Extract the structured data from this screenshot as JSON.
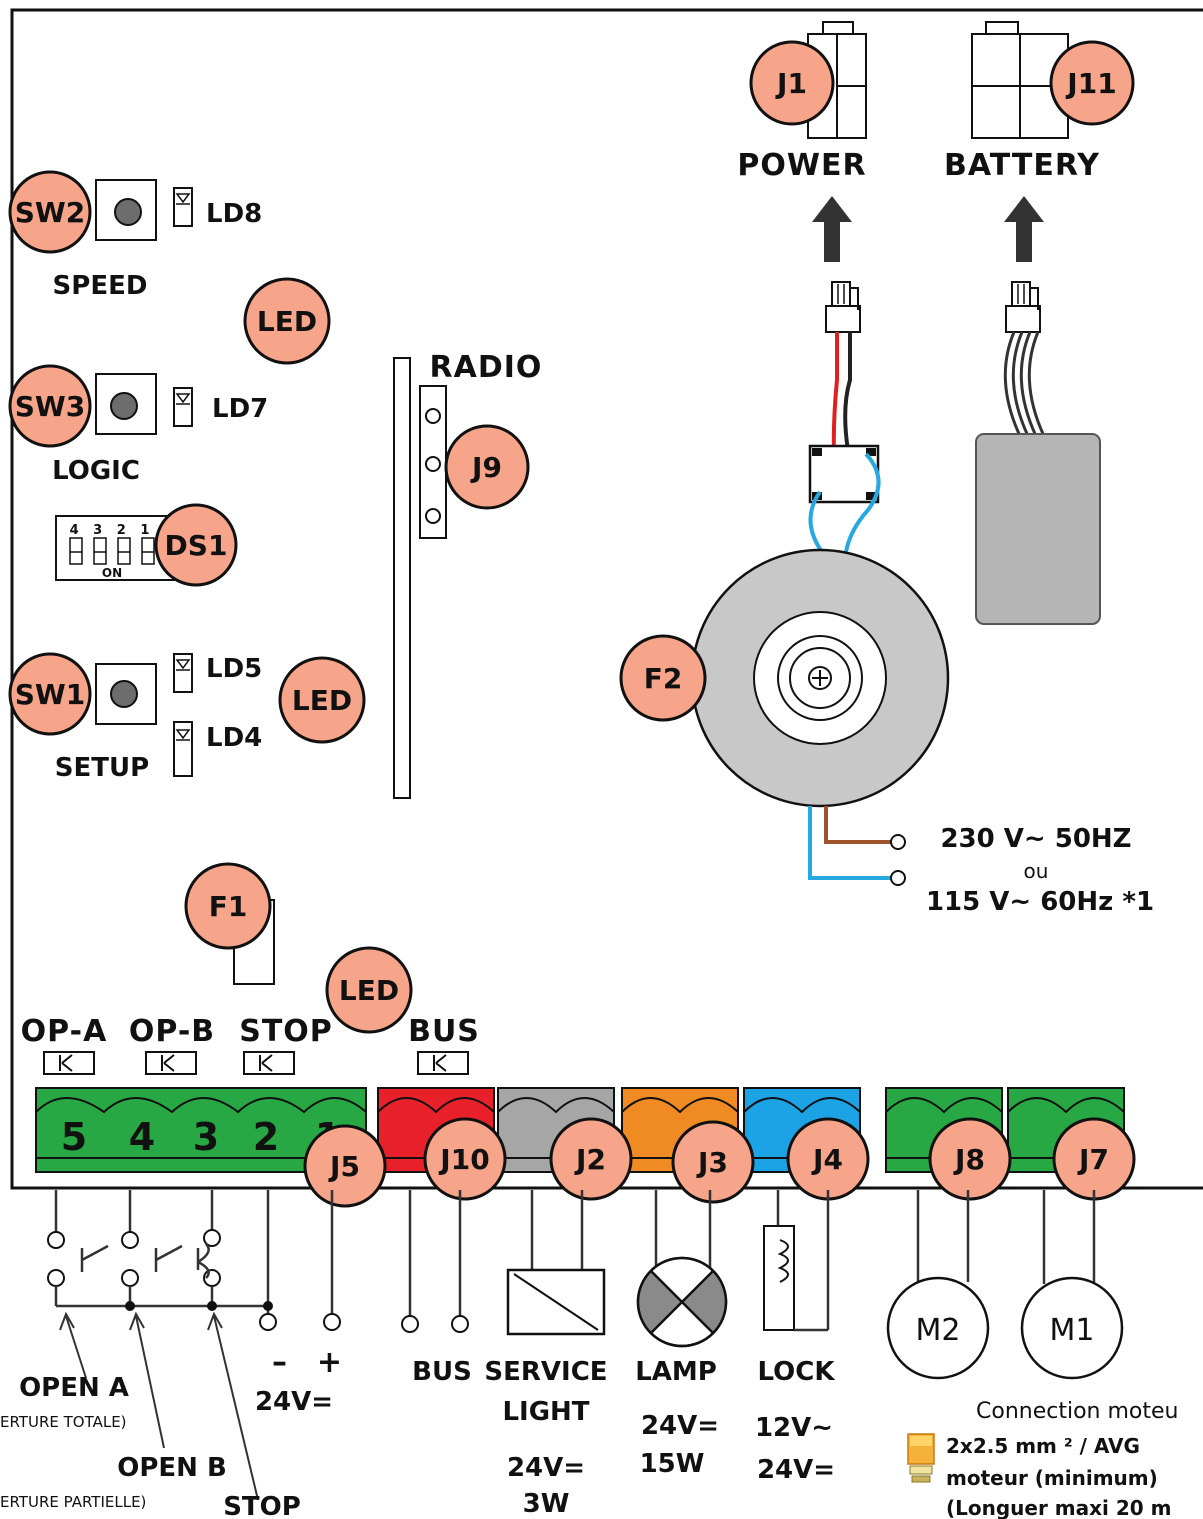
{
  "badges": {
    "j1": "J1",
    "j11": "J11",
    "sw2": "SW2",
    "sw3": "SW3",
    "sw1": "SW1",
    "led1": "LED",
    "led2": "LED",
    "led3": "LED",
    "ds1": "DS1",
    "j9": "J9",
    "f2": "F2",
    "f1": "F1",
    "j5": "J5",
    "j10": "J10",
    "j2": "J2",
    "j3": "J3",
    "j4": "J4",
    "j8": "J8",
    "j7": "J7"
  },
  "labels": {
    "power": "POWER",
    "battery": "BATTERY",
    "ld8": "LD8",
    "ld7": "LD7",
    "ld5": "LD5",
    "ld4": "LD4",
    "speed": "SPEED",
    "logic": "LOGIC",
    "setup": "SETUP",
    "radio": "RADIO",
    "dip_numbers": "4 3 2 1",
    "dip_on": "ON",
    "mains_1": "230 V~ 50HZ",
    "mains_or": "ou",
    "mains_2": "115 V~ 60Hz *1",
    "op_a": "OP-A",
    "op_b": "OP-B",
    "stop": "STOP",
    "bus": "BUS",
    "term_5": "5",
    "term_4": "4",
    "term_3": "3",
    "term_2": "2",
    "term_1": "1",
    "minus": "–",
    "plus": "+",
    "v24_dc": "24V=",
    "open_a": "OPEN A",
    "open_a_sub": "ERTURE TOTALE)",
    "open_b": "OPEN B",
    "open_b_sub": "ERTURE PARTIELLE)",
    "stop_bottom": "STOP",
    "bus_bottom": "BUS",
    "service": "SERVICE",
    "light": "LIGHT",
    "service_v": "24V=",
    "service_w": "3W",
    "lamp": "LAMP",
    "lamp_v": "24V=",
    "lamp_w": "15W",
    "lock": "LOCK",
    "lock_v1": "12V~",
    "lock_v2": "24V=",
    "m2": "M2",
    "m1": "M1",
    "note_1": "Connection moteu",
    "note_2": "2x2.5 mm ² / AVG",
    "note_3": "moteur (minimum)",
    "note_4": "(Longuer maxi 20 m"
  },
  "colors": {
    "badge": "#f7a58a",
    "green_terminal": "#27a844",
    "red_terminal": "#e8202a",
    "grey_terminal": "#a6a6a6",
    "orange_terminal": "#f08a22",
    "blue_terminal": "#1ba3e6",
    "transformer": "#c8c8c8",
    "battery": "#b5b5b5",
    "wire_red": "#e02020",
    "wire_blue": "#28a8e0",
    "wire_brown": "#a0522d"
  }
}
